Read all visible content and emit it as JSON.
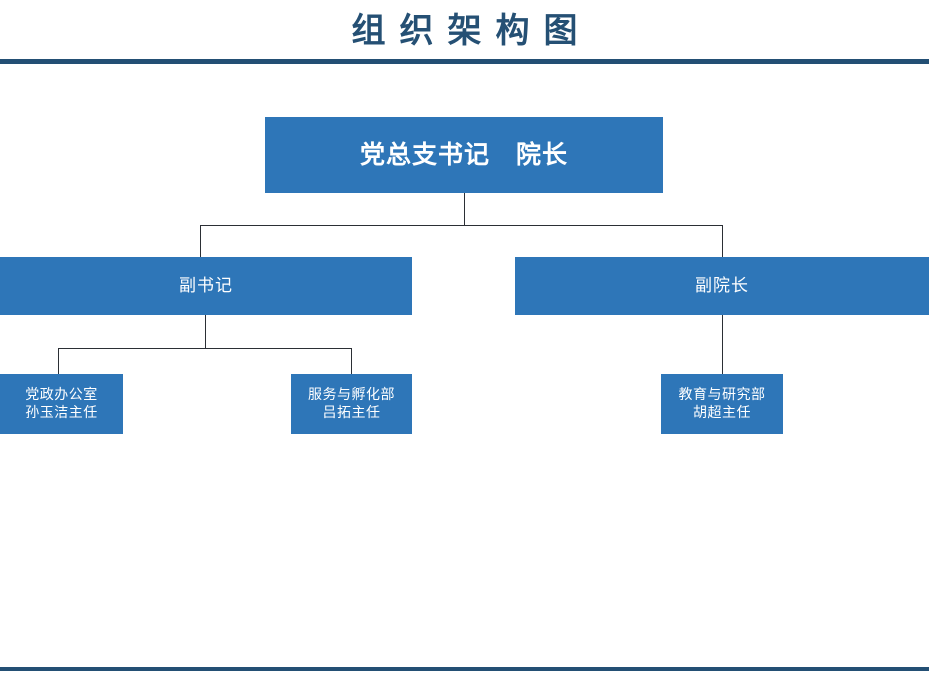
{
  "header": {
    "title": "组织架构图",
    "rule_color": "#234F74"
  },
  "theme": {
    "title_color": "#255074",
    "node_fill": "#2E76B8",
    "node_text": "#FFFFFF",
    "connector_color": "#2B2F35",
    "background": "#FFFFFF"
  },
  "chart_data": {
    "type": "diagram",
    "subtype": "org-chart",
    "title": "组织架构图",
    "orientation": "top-down",
    "levels": 3,
    "nodes": [
      {
        "id": "root",
        "level": 1,
        "label": "党总支书记　院长",
        "label_parts": [
          "党总支书记",
          "院长"
        ],
        "parent": null
      },
      {
        "id": "deputy-secretary",
        "level": 2,
        "label": "副书记",
        "parent": "root"
      },
      {
        "id": "deputy-dean",
        "level": 2,
        "label": "副院长",
        "parent": "root"
      },
      {
        "id": "party-admin-office",
        "level": 3,
        "line1": "党政办公室",
        "line2": "孙玉洁主任",
        "parent": "deputy-secretary"
      },
      {
        "id": "service-incubation-dept",
        "level": 3,
        "line1": "服务与孵化部",
        "line2": "吕拓主任",
        "parent": "deputy-secretary"
      },
      {
        "id": "education-research-dept",
        "level": 3,
        "line1": "教育与研究部",
        "line2": "胡超主任",
        "parent": "deputy-dean"
      }
    ],
    "edges": [
      {
        "from": "root",
        "to": "deputy-secretary"
      },
      {
        "from": "root",
        "to": "deputy-dean"
      },
      {
        "from": "deputy-secretary",
        "to": "party-admin-office"
      },
      {
        "from": "deputy-secretary",
        "to": "service-incubation-dept"
      },
      {
        "from": "deputy-dean",
        "to": "education-research-dept"
      }
    ]
  }
}
